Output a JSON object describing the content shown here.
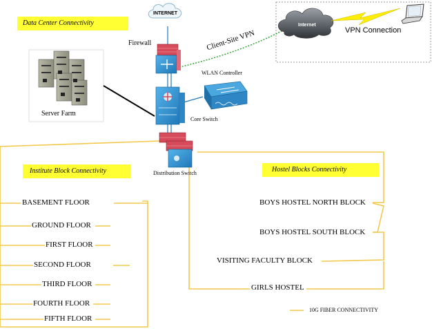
{
  "labels": {
    "data_center": "Data Center Connectivity",
    "institute_block": "Institute Block Connectivity",
    "hostel_blocks": "Hostel Blocks Connectivity",
    "internet_top": "INTERNET",
    "internet_cloud": "Internet",
    "vpn_connection": "VPN Connection",
    "client_site_vpn": "Client-Site VPN",
    "firewall": "Firewall",
    "wlan_controller": "WLAN Controller",
    "server_farm": "Server Farm",
    "core_switch": "Core Switch",
    "distribution_switch": "Distribution Switch",
    "legend": "10G FIBER CONNECTIVITY"
  },
  "institute_floors": [
    "BASEMENT FLOOR",
    "GROUND FLOOR",
    "FIRST FLOOR",
    "SECOND FLOOR",
    "THIRD FLOOR",
    "FOURTH FLOOR",
    "FIFTH FLOOR"
  ],
  "hostel_blocks": [
    "BOYS HOSTEL NORTH BLOCK",
    "BOYS HOSTEL SOUTH BLOCK",
    "VISITING FACULTY BLOCK",
    "GIRLS HOSTEL"
  ],
  "colors": {
    "fiber": "#f2c84b",
    "highlight": "#ffff33",
    "device_blue": "#2e8fd0",
    "firewall_red": "#d64b5b",
    "vpn_bolt": "#ffee00"
  }
}
